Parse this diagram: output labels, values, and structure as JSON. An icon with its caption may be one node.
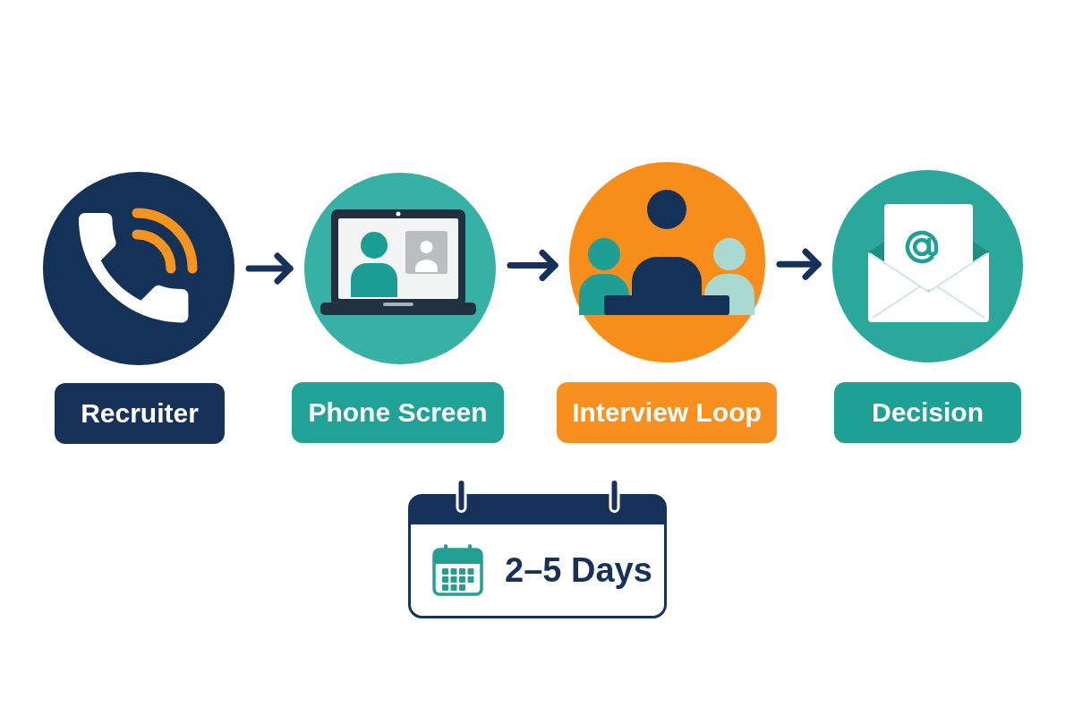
{
  "diagram": {
    "nodes": [
      {
        "text": [],
        "shape": "circle"
      },
      {
        "text": [],
        "shape": "circle"
      },
      {
        "text": [],
        "shape": "circle"
      },
      {
        "text": [],
        "shape": "circle"
      },
      {
        "text": [
          "Recruiter"
        ]
      },
      {
        "text": [
          "Phone Screen"
        ]
      },
      {
        "text": [
          "Interview Loop"
        ]
      },
      {
        "text": [
          "Decision"
        ]
      },
      {
        "text": [
          "2–5 Days"
        ]
      }
    ],
    "edges": [
      {
        "from": 0,
        "to": 1,
        "arrow": "to"
      },
      {
        "from": 1,
        "to": 2,
        "arrow": "to"
      },
      {
        "from": 2,
        "to": 3,
        "arrow": "to"
      }
    ]
  }
}
